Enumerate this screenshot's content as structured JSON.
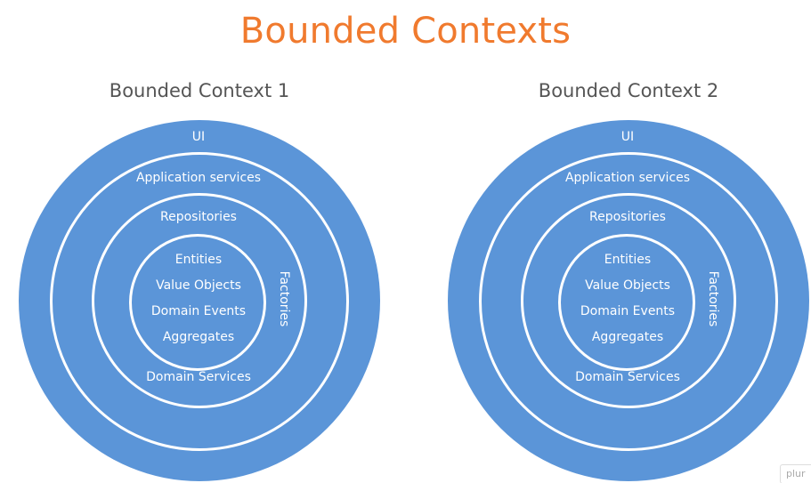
{
  "title": "Bounded Contexts",
  "contexts": [
    {
      "title": "Bounded Context 1",
      "layers": {
        "ui": "UI",
        "application_services": "Application services",
        "repositories": "Repositories",
        "factories": "Factories",
        "domain_services": "Domain Services",
        "core": [
          "Entities",
          "Value Objects",
          "Domain Events",
          "Aggregates"
        ]
      }
    },
    {
      "title": "Bounded Context 2",
      "layers": {
        "ui": "UI",
        "application_services": "Application services",
        "repositories": "Repositories",
        "factories": "Factories",
        "domain_services": "Domain Services",
        "core": [
          "Entities",
          "Value Objects",
          "Domain Events",
          "Aggregates"
        ]
      }
    }
  ],
  "watermark": "plur",
  "colors": {
    "title": "#f07a2e",
    "circle_fill": "#5b95d8",
    "ring_line": "#ffffff",
    "subtitle": "#555555"
  }
}
